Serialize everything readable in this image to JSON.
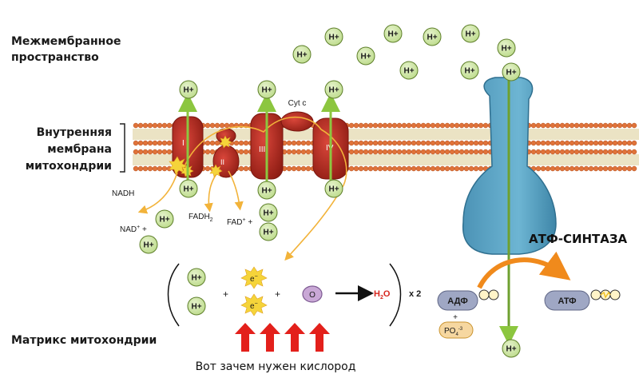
{
  "labels": {
    "intermembrane": [
      "Межмембранное",
      "пространство"
    ],
    "inner_membrane": [
      "Внутренняя",
      "мембрана",
      "митохондрии"
    ],
    "matrix": "Матрикс митохондрии",
    "atp_synthase": "АТФ-СИНТАЗА",
    "why_oxygen": "Вот зачем нужен кислород"
  },
  "ions": {
    "h_plus": "H+"
  },
  "complexes": {
    "I": "I",
    "II": "II",
    "III": "III",
    "IV": "IV",
    "cyt_c": "Cyt c"
  },
  "molecules": {
    "nadh": "NADH",
    "nad_main": "NAD",
    "nad_sup": "+",
    "nad_plus": " +",
    "fadh_main": "FADH",
    "fadh_sub": "2",
    "fad_main": "FAD",
    "fad_sup": "+",
    "fad_plus": " +",
    "electron": "e",
    "electron_sup": "−",
    "oxygen": "O",
    "water_h": "H",
    "water_sub": "2",
    "water_o": "O",
    "times_two": "x 2",
    "plus": "+",
    "adp": "АДФ",
    "atp": "АТФ",
    "phosphate_main": "PO",
    "phosphate_sub": "4",
    "phosphate_sup": "-3"
  },
  "colors": {
    "complex": "#b52a1e",
    "synthase": "#5ea7c7",
    "h_ion_fill": "#cfe6a6",
    "membrane_head": "#e0733a",
    "electron_path": "#f2b33a",
    "proton_arrow": "#8cc63f",
    "synthase_arrow": "#f08a1c",
    "oxygen_fill": "#c9a8d6",
    "big_arrows": "#e3201b",
    "water": "#d7261e"
  }
}
